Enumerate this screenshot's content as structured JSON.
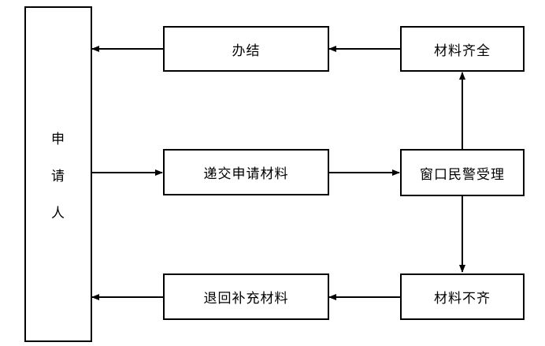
{
  "nodes": {
    "applicant": [
      "申",
      "请",
      "人"
    ],
    "done": "办结",
    "complete": "材料齐全",
    "submit": "递交申请材料",
    "window": "窗口民警受理",
    "return": "退回补充材料",
    "incomplete": "材料不齐"
  },
  "colors": {
    "line": "#000000",
    "background": "#ffffff"
  }
}
